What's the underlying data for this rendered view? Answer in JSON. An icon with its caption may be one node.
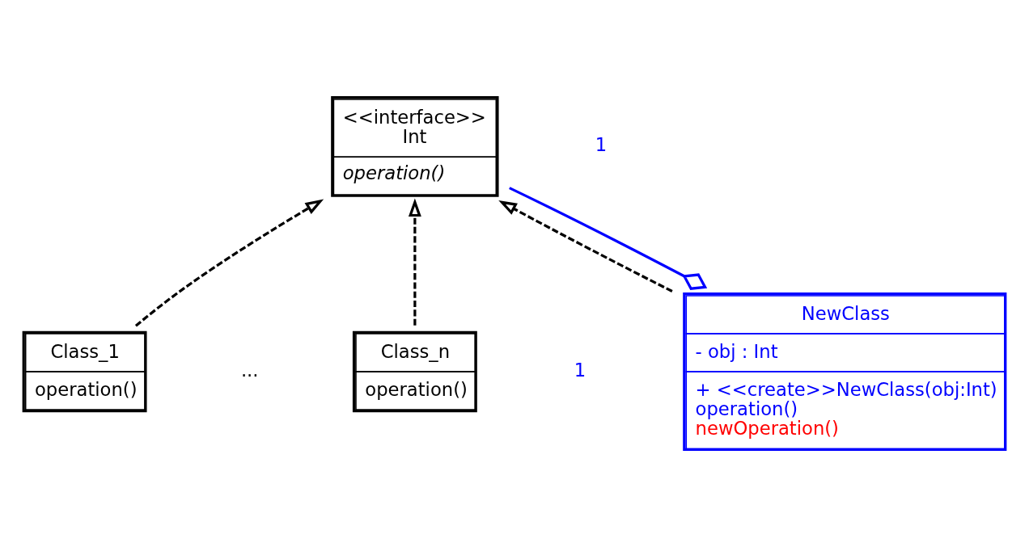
{
  "diagram": {
    "nodes": [
      {
        "text": [
          "<<interface>>",
          "Int",
          "operation()"
        ]
      },
      {
        "text": [
          "Class_1",
          "operation()"
        ]
      },
      {
        "text": [
          "Class_n",
          "operation()"
        ]
      },
      {
        "text": [
          "NewClass",
          "- obj : Int",
          "+ <<create>>NewClass(obj:Int)",
          "operation()",
          "newOperation()"
        ]
      }
    ],
    "edges": [
      {
        "from": 1,
        "to": 0,
        "arrow": "to",
        "style": "dashed"
      },
      {
        "from": 2,
        "to": 0,
        "arrow": "to",
        "style": "dashed"
      },
      {
        "from": 3,
        "to": 0,
        "arrow": "to",
        "style": "dashed"
      },
      {
        "from": 3,
        "to": 0,
        "arrow": "other",
        "color": "#0000ff"
      }
    ],
    "labels": [
      "1",
      "1",
      "..."
    ]
  }
}
